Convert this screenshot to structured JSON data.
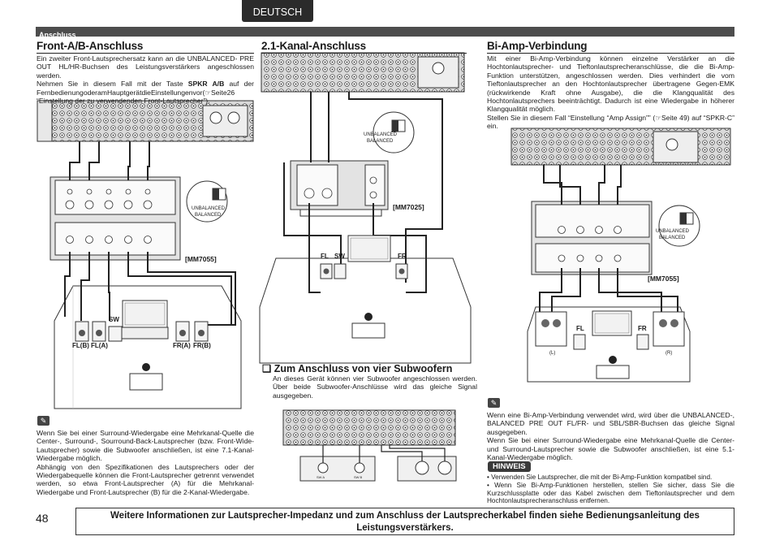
{
  "header": {
    "language_tab": "DEUTSCH",
    "section": "Anschluss"
  },
  "col1": {
    "title": "Front-A/B-Anschluss",
    "p1": "Ein zweiter Front-Lautsprechersatz kann an die UNBALANCED- PRE OUT HL/HR-Buchsen des Leistungsverstärkers angeschlossen werden.",
    "p2_pre": "Nehmen Sie in diesem Fall mit der Taste ",
    "p2_bold": "SPKR A/B",
    "p2_post": " auf der FernbedienungoderamHauptgerätdieEinstellungenvor(☞Seite26 “Einstellung der zu verwendenden Front-Lautsprecher”).",
    "model": "[MM7055]",
    "switch_unbal": "UNBALANCED",
    "switch_bal": "BALANCED",
    "spk_sw": "SW",
    "spk_fl_b": "FL(B)",
    "spk_fl_a": "FL(A)",
    "spk_fr_a": "FR(A)",
    "spk_fr_b": "FR(B)",
    "note": "Wenn Sie bei einer Surround-Wiedergabe eine Mehrkanal-Quelle die Center-, Surround-, Sourround-Back-Lautsprecher (bzw. Front-Wide-Lautsprecher) sowie die Subwoofer anschließen, ist eine 7.1-Kanal-Wiedergabe möglich.\nAbhängig von den Spezifikationen des Lautsprechers oder der Wiedergabequelle können die Front-Lautsprecher getrennt verwendet werden, so etwa Front-Lautsprecher (A) für die Mehrkanal-Wiedergabe und Front-Lautsprecher (B) für die 2-Kanal-Wiedergabe."
  },
  "col2": {
    "title": "2.1-Kanal-Anschluss",
    "model": "[MM7025]",
    "switch_unbal": "UNBALANCED",
    "switch_bal": "BALANCED",
    "spk_fl": "FL",
    "spk_sw": "SW",
    "spk_fr": "FR",
    "sub4_title": "Zum Anschluss von vier Subwoofern",
    "sub4_text": "An dieses Gerät können vier Subwoofer angeschlossen werden. Über beide Subwoofer-Anschlüsse wird das gleiche Signal ausgegeben.",
    "sw_a": "SW A",
    "sw_b": "SW B"
  },
  "col3": {
    "title": "Bi-Amp-Verbindung",
    "p1": "Mit einer Bi-Amp-Verbindung können einzelne Verstärker an die Hochtonlautsprecher- und Tieftonlautsprecheranschlüsse, die die Bi-Amp-Funktion unterstützen, angeschlossen werden. Dies verhindert die vom Tieftonlautsprecher an den Hochtonlautsprecher übertragene Gegen-EMK (rückwirkende Kraft ohne Ausgabe), die die Klangqualität des Hochtonlautsprechers beeinträchtigt. Dadurch ist eine Wiedergabe in höherer Klangqualität möglich.",
    "p2": "Stellen Sie in diesem Fall “Einstellung “Amp Assign”” (☞Seite 49) auf “SPKR-C” ein.",
    "model": "[MM7055]",
    "switch_unbal": "UNBALANCED",
    "switch_bal": "BALANCED",
    "spk_fl": "FL",
    "spk_fr": "FR",
    "spk_l": "(L)",
    "spk_r": "(R)",
    "note": "Wenn eine Bi-Amp-Verbindung verwendet wird, wird über die UNBALANCED-, BALANCED PRE OUT FL/FR- und SBL/SBR-Buchsen das gleiche Signal ausgegeben.\nWenn Sie bei einer Surround-Wiedergabe eine Mehrkanal-Quelle die Center- und Surround-Lautsprecher sowie die Subwoofer anschließen, ist eine 5.1-Kanal-Wiedergabe möglich.",
    "hinweis": "HINWEIS",
    "bullet1": "Verwenden Sie Lautsprecher, die mit der Bi-Amp-Funktion kompatibel sind.",
    "bullet2": "Wenn Sie Bi-Amp-Funktionen herstellen, stellen Sie sicher, dass Sie die Kurzschlussplatte oder das Kabel zwischen dem Tieftonlautsprecher und dem Hochtonlautsprecheranschluss entfernen."
  },
  "footer": {
    "page": "48",
    "text": "Weitere Informationen zur Lautsprecher-Impedanz und zum Anschluss der Lautsprecherkabel finden siehe Bedienungsanleitung des Leistungsverstärkers."
  }
}
